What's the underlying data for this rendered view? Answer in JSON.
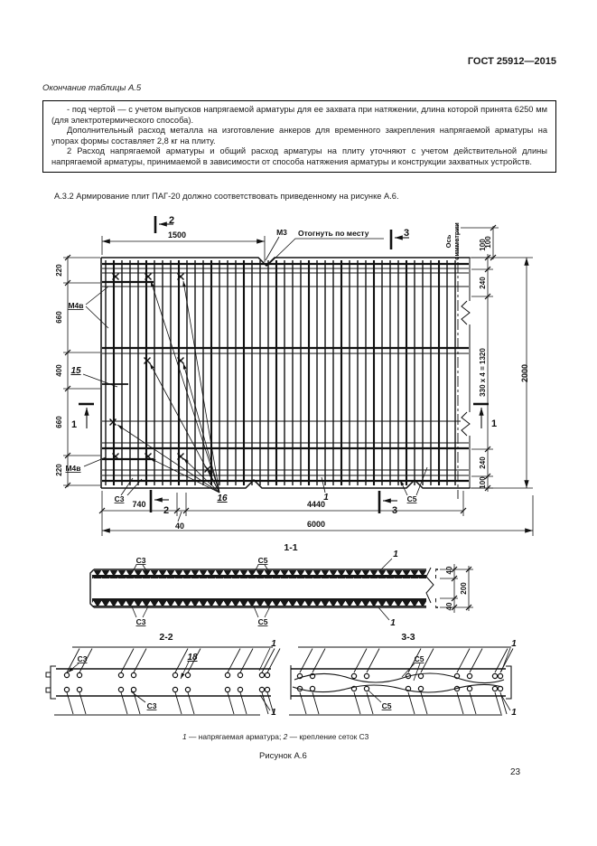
{
  "page": {
    "header": "ГОСТ 25912—2015",
    "number": "23"
  },
  "table_note": {
    "caption": "Окончание таблицы А.5",
    "paragraphs": [
      "- под чертой — с учетом выпусков напрягаемой арматуры для ее захвата при натяжении, длина которой принята 6250 мм (для электротермического способа).",
      "Дополнительный расход металла на изготовление анкеров для временного закрепления напрягаемой арматуры на упорах формы составляет 2,8 кг на плиту.",
      "2  Расход напрягаемой арматуры и общий расход арматуры на плиту уточняют с учетом действительной длины напрягаемой арматуры, принимаемой в зависимости от способа натяжения арматуры и конструкции захватных устройств."
    ]
  },
  "section_text": "А.3.2  Армирование плит ПАГ-20 должно соответствовать приведенному на рисунке А.6.",
  "figure": {
    "caption": "Рисунок А.6",
    "legend": {
      "ref1": "1",
      "text1": " — напрягаемая арматура; ",
      "ref2": "2",
      "text2": " — крепление сеток С3"
    },
    "plan": {
      "dim_1500": "1500",
      "left_dims": [
        "220",
        "660",
        "400",
        "660",
        "220"
      ],
      "right_dims": [
        "100",
        "240",
        "330 х 4 = 1320",
        "240",
        "100"
      ],
      "dim_2000": "2000",
      "dim_100_top": "100",
      "bottom_dims": {
        "d740": "740",
        "d40": "40",
        "d4440": "4440",
        "d6000": "6000"
      },
      "labels": {
        "m3": "М3",
        "bend_note": "Отогнуть по месту",
        "axis1": "Ось",
        "axis2": "симметрии",
        "m4v_top": "М4в",
        "m4v_bot": "М4в",
        "pos15": "15",
        "pos16": "16",
        "pos1": "1",
        "c3": "С3",
        "c5": "С5"
      },
      "cut_marks": {
        "top2": "2",
        "top3": "3",
        "bottom2": "2",
        "bottom3": "3",
        "left1": "1",
        "right1": "1"
      }
    },
    "sec11": {
      "title": "1-1",
      "c3_top": "С3",
      "c5_top": "С5",
      "pos1_top": "1",
      "c3_bot": "С3",
      "c5_bot": "С5",
      "pos1_bot": "1",
      "dim_top": "40",
      "dim_mid": "200",
      "dim_bot": "40"
    },
    "sec22": {
      "title": "2-2",
      "c3_top": "С3",
      "pos18": "18",
      "c3_bot": "С3",
      "pos1_top": "1",
      "pos1_bot": "1"
    },
    "sec33": {
      "title": "3-3",
      "c5_top": "С5",
      "c5_bot": "С5",
      "pos1_top": "1",
      "pos1_bot": "1"
    }
  }
}
